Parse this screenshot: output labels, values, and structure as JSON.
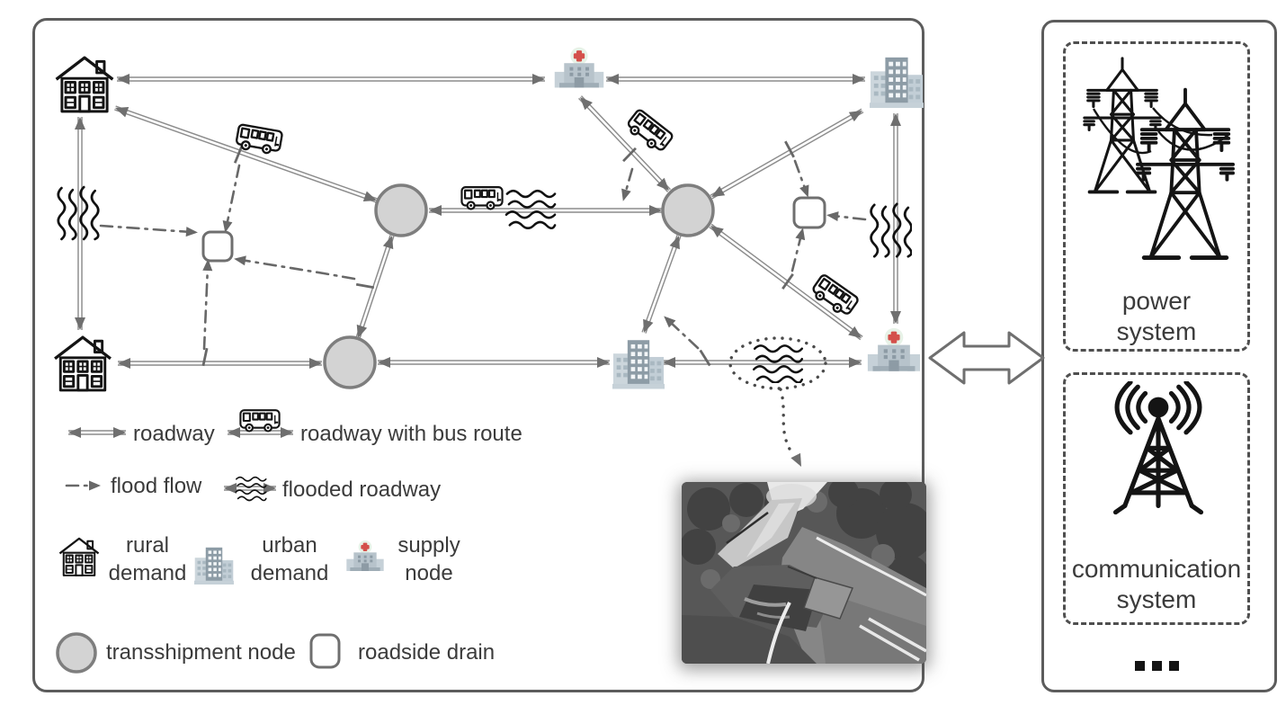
{
  "figure": {
    "main_panel": {
      "legend": {
        "roadway": "roadway",
        "roadway_with_bus_route": "roadway with bus route",
        "flood_flow": "flood flow",
        "flooded_roadway": "flooded roadway",
        "rural_demand_line1": "rural",
        "rural_demand_line2": "demand",
        "urban_demand_line1": "urban",
        "urban_demand_line2": "demand",
        "supply_node_line1": "supply",
        "supply_node_line2": "node",
        "transshipment_node": "transshipment node",
        "roadside_drain": "roadside drain"
      }
    },
    "systems_panel": {
      "power_line1": "power",
      "power_line2": "system",
      "comm_line1": "communication",
      "comm_line2": "system",
      "more_indicator": "..."
    }
  },
  "icons": {
    "rural_demand": "house-icon",
    "urban_demand": "office-building-icon",
    "supply_node": "hospital-icon",
    "bus": "bus-icon",
    "flood_water": "waves-icon",
    "transshipment": "gray-circle-node",
    "roadside_drain": "rounded-square-node",
    "power_system": "transmission-towers-icon",
    "communication_system": "radio-tower-icon",
    "coupling": "double-headed-arrow-icon",
    "flooded_road_photo": "washed-out-road-photo",
    "more_systems": "ellipsis-icon"
  },
  "colors": {
    "road": "#8c8c8c",
    "road_arrow": "#6f6f6f",
    "flood": "#686868",
    "node_fill": "#d3d3d3",
    "node_stroke": "#7e7e7e",
    "drain_stroke": "#6f6f6f",
    "panel_border": "#5c5c5c",
    "dash_border": "#4f4f4f",
    "ink": "#141414",
    "text": "#3b3b3b",
    "cross_red": "#d4504b",
    "cross_bg": "#e7f2e7",
    "building_main": "#8d9ca6",
    "building_light": "#ccd6dc",
    "hospital_body": "#b7c3cb"
  }
}
